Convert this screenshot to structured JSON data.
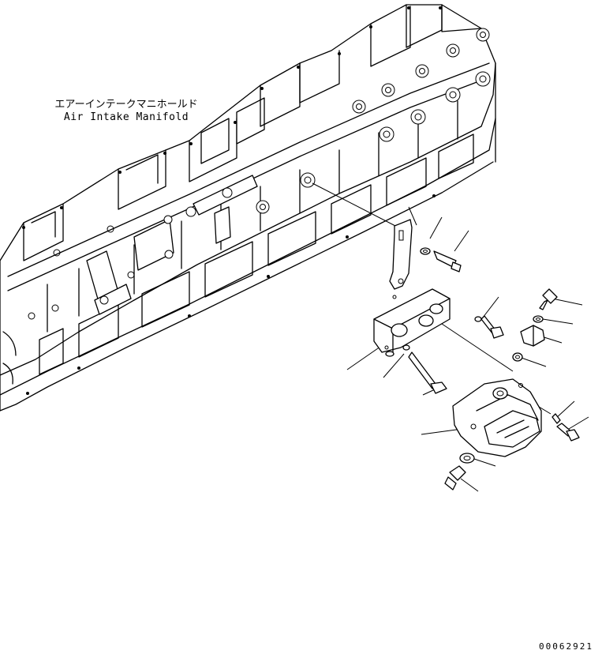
{
  "labels": {
    "part_name_jp": "エアーインテークマニホールド",
    "part_name_en": "Air Intake Manifold",
    "drawing_number": "00062921"
  }
}
